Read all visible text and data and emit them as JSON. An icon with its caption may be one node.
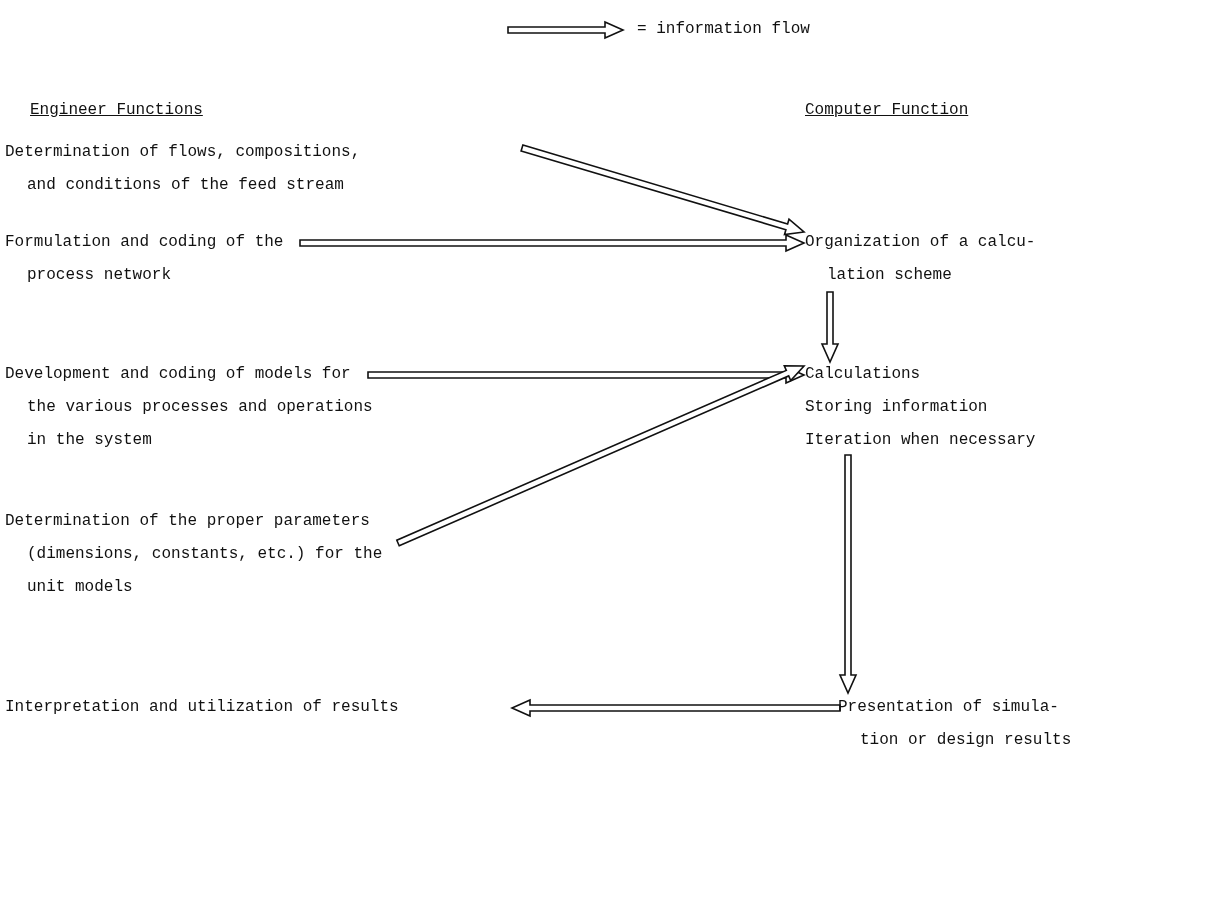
{
  "diagram": {
    "nodes": [
      {
        "text": [
          "Determination of flows, compositions, and conditions of the feed stream"
        ]
      },
      {
        "text": [
          "Formulation and coding of the process network"
        ]
      },
      {
        "text": [
          "Development and coding of models for the various processes and operations in the system"
        ]
      },
      {
        "text": [
          "Determination of the proper parameters (dimensions, constants, etc.) for the unit models"
        ]
      },
      {
        "text": [
          "Interpretation and utilization of results"
        ]
      },
      {
        "text": [
          "Organization of a calcu-lation scheme"
        ]
      },
      {
        "text": [
          "Calculations",
          "Storing information",
          "Iteration when necessary"
        ]
      },
      {
        "text": [
          "Presentation of simula-tion or design results"
        ]
      }
    ],
    "edges": [
      {
        "from": 0,
        "to": 5,
        "arrow": "to"
      },
      {
        "from": 1,
        "to": 5,
        "arrow": "to"
      },
      {
        "from": 5,
        "to": 6,
        "arrow": "to"
      },
      {
        "from": 2,
        "to": 6,
        "arrow": "to"
      },
      {
        "from": 3,
        "to": 6,
        "arrow": "to"
      },
      {
        "from": 6,
        "to": 7,
        "arrow": "to"
      },
      {
        "from": 7,
        "to": 4,
        "arrow": "to"
      }
    ],
    "labels": [
      "Engineer Functions",
      "Computer Function"
    ],
    "legend": [
      {
        "text": "= information flow"
      }
    ]
  }
}
